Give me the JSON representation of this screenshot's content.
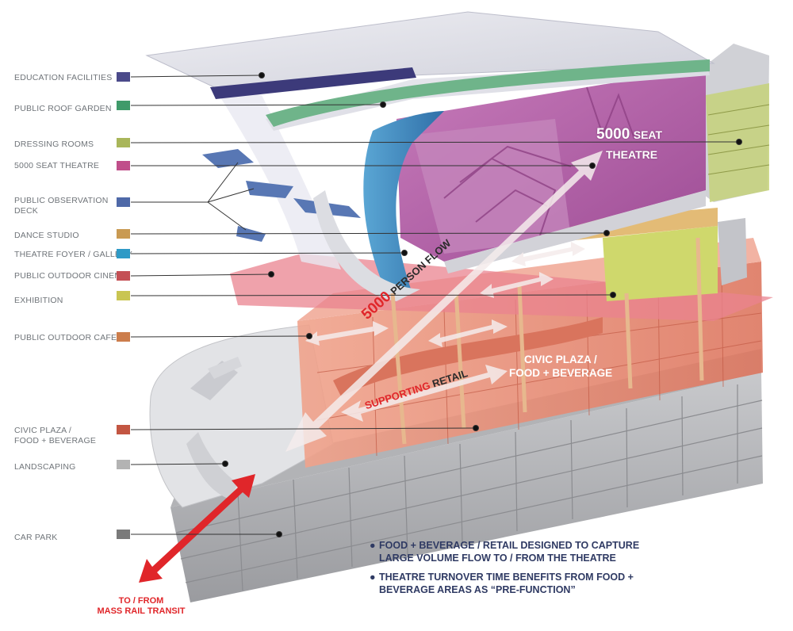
{
  "legend": [
    {
      "label": "EDUCATION FACILITIES",
      "color": "#4b4a8a"
    },
    {
      "label": "PUBLIC ROOF GARDEN",
      "color": "#3f9a6a"
    },
    {
      "label": "DRESSING ROOMS",
      "color": "#a9b65a"
    },
    {
      "label": "5000 SEAT THEATRE",
      "color": "#c04e8a"
    },
    {
      "label": "PUBLIC OBSERVATION DECK",
      "color": "#4f69a8"
    },
    {
      "label": "DANCE STUDIO",
      "color": "#c99a52"
    },
    {
      "label": "THEATRE FOYER / GALLERY",
      "color": "#2f9ac6"
    },
    {
      "label": "PUBLIC OUTDOOR CINEMA",
      "color": "#c45055"
    },
    {
      "label": "EXHIBITION",
      "color": "#c9c552"
    },
    {
      "label": "PUBLIC OUTDOOR CAFE",
      "color": "#cc7d4c"
    },
    {
      "label": "CIVIC PLAZA / FOOD + BEVERAGE",
      "color": "#c35642"
    },
    {
      "label": "LANDSCAPING",
      "color": "#b3b3b3"
    },
    {
      "label": "CAR PARK",
      "color": "#7a7a7a"
    }
  ],
  "callouts": {
    "theatre_num": "5000",
    "theatre_seat": "SEAT",
    "theatre_word": "THEATRE",
    "flow_num": "5000",
    "flow_text": "PERSON FLOW",
    "supporting": "SUPPORTING",
    "retail": "RETAIL",
    "plaza_line1": "CIVIC PLAZA /",
    "plaza_line2": "FOOD + BEVERAGE"
  },
  "notes": [
    "FOOD + BEVERAGE / RETAIL DESIGNED TO CAPTURE LARGE VOLUME FLOW TO / FROM THE THEATRE",
    "THEATRE TURNOVER TIME BENEFITS FROM FOOD + BEVERAGE AREAS AS “PRE-FUNCTION”"
  ],
  "bullet": "●",
  "transit": {
    "line1": "TO / FROM",
    "line2": "MASS RAIL TRANSIT"
  },
  "colors": {
    "theatre": "#b65aa5",
    "plaza": "#e88a72",
    "concrete": "#c4c5c8",
    "roof": "#c9c7e6",
    "foyer": "#3f8ec4",
    "garden": "#6fb48a",
    "dressing": "#c6d27a",
    "cinema": "#e07b88",
    "dance": "#e6c07c",
    "notes_text": "#2f3a63",
    "accent_red": "#e0262a"
  }
}
